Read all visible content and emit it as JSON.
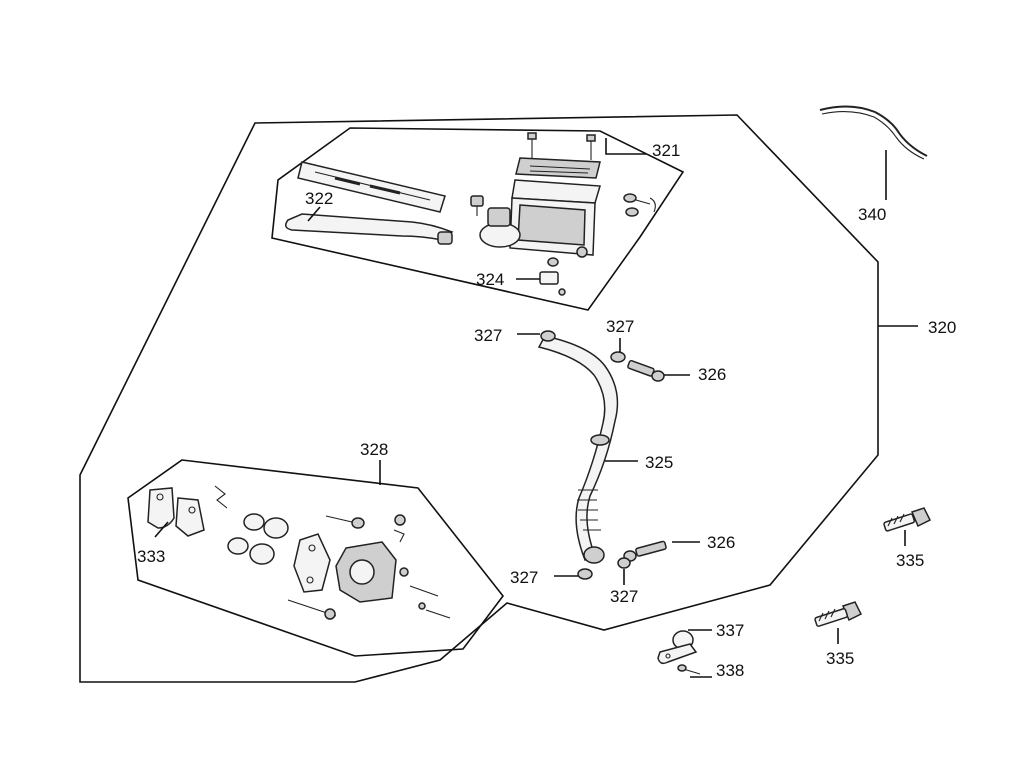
{
  "callouts": {
    "c320": "320",
    "c321": "321",
    "c322": "322",
    "c324": "324",
    "c325": "325",
    "c326a": "326",
    "c326b": "326",
    "c327a": "327",
    "c327b": "327",
    "c327c": "327",
    "c327d": "327",
    "c328": "328",
    "c333": "333",
    "c335a": "335",
    "c335b": "335",
    "c337": "337",
    "c338": "338",
    "c340": "340"
  }
}
